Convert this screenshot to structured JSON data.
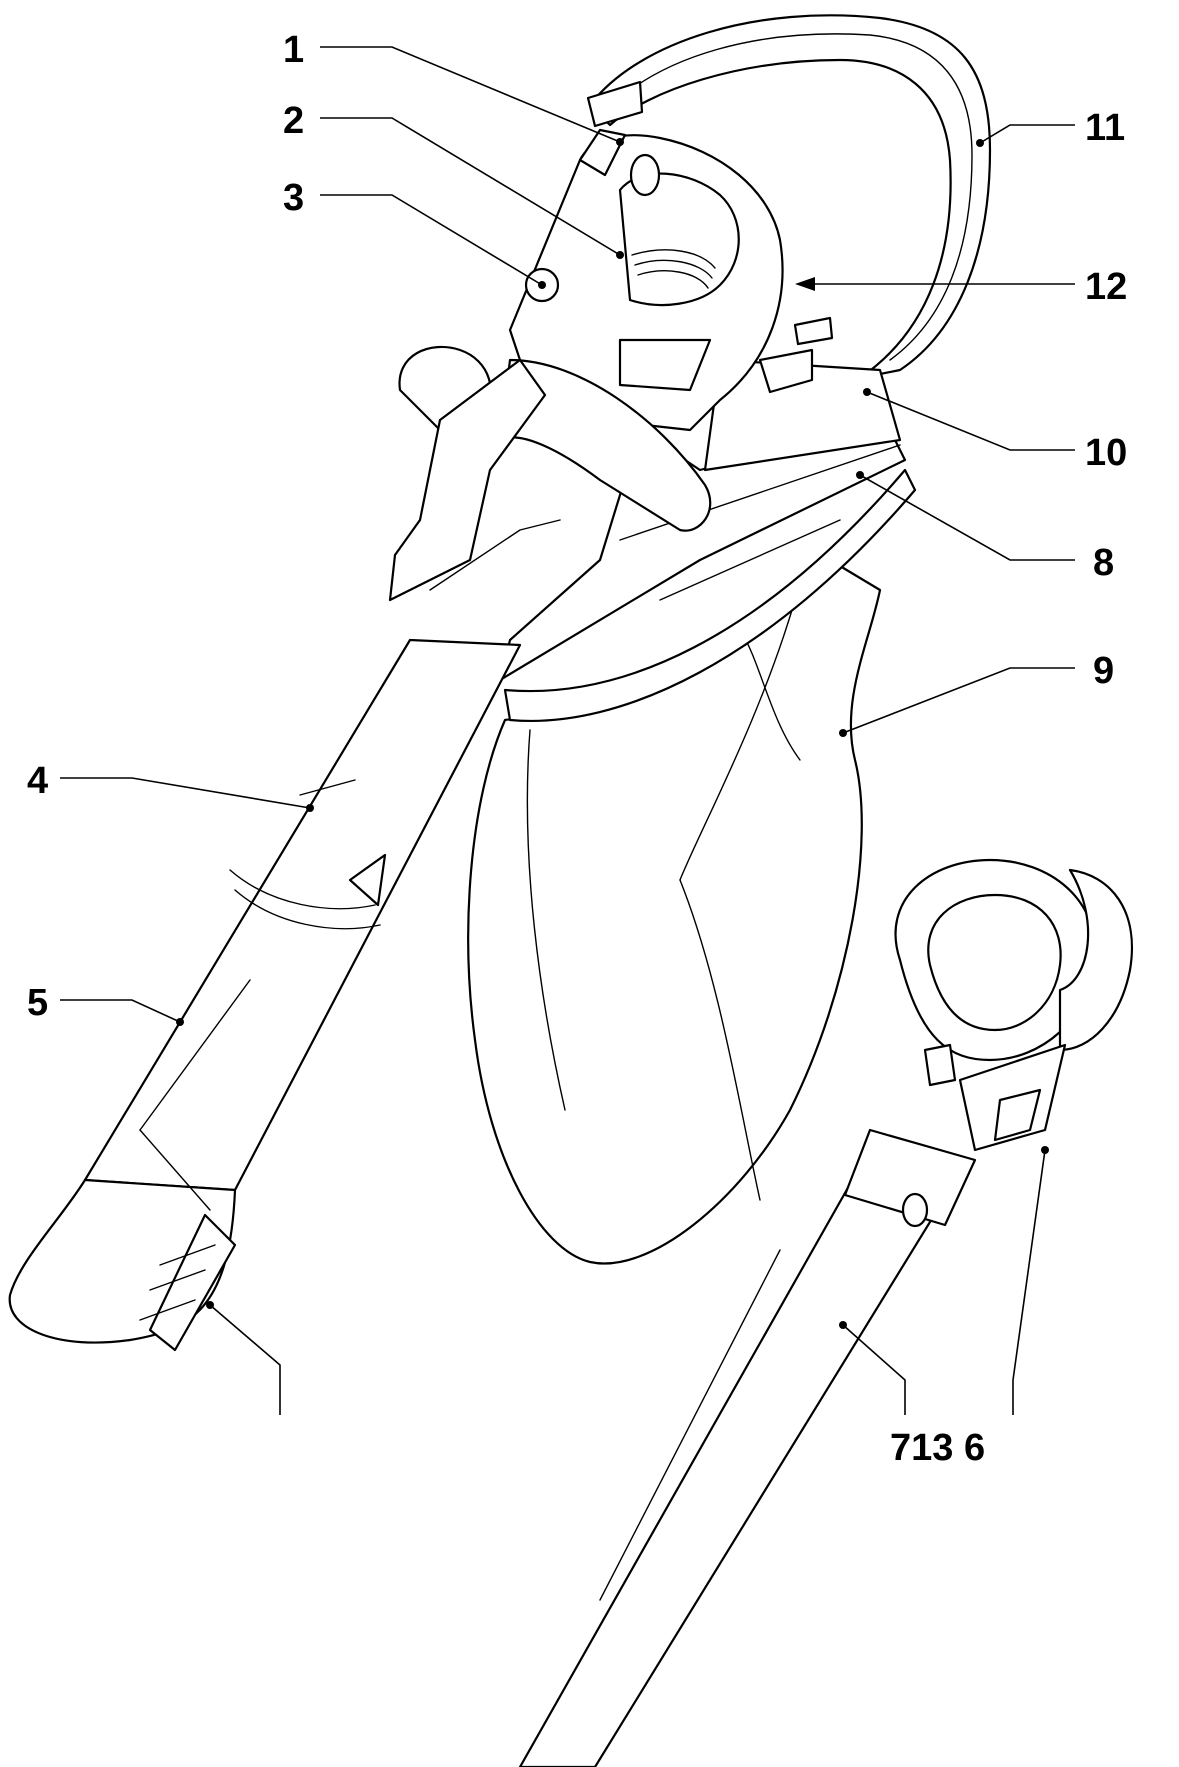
{
  "diagram": {
    "callouts": [
      {
        "id": "c1",
        "label": "1"
      },
      {
        "id": "c2",
        "label": "2"
      },
      {
        "id": "c3",
        "label": "3"
      },
      {
        "id": "c4",
        "label": "4"
      },
      {
        "id": "c5",
        "label": "5"
      },
      {
        "id": "c7136",
        "label": "713 6"
      },
      {
        "id": "c8",
        "label": "8"
      },
      {
        "id": "c9",
        "label": "9"
      },
      {
        "id": "c10",
        "label": "10"
      },
      {
        "id": "c11",
        "label": "11"
      },
      {
        "id": "c12",
        "label": "12"
      }
    ]
  }
}
